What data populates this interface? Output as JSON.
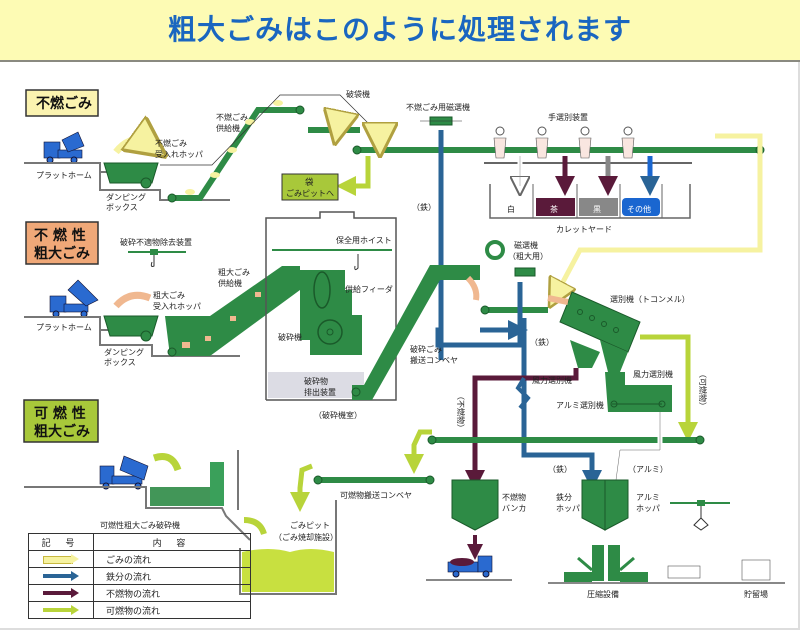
{
  "header": {
    "title": "粗大ごみはこのように処理されます"
  },
  "colors": {
    "header_bg": "#fdfbb4",
    "title": "#1a66c0",
    "machine_green": "#2e8b46",
    "waste_flow": "#f6f2a0",
    "iron_flow": "#2a6496",
    "incombustible_flow": "#5a1a3a",
    "combustible_flow": "#b8d43a",
    "cat1_bg": "#fbf3b0",
    "cat2_bg": "#f0a878",
    "cat3_bg": "#a8c83a"
  },
  "categories": [
    {
      "label_line1": "不燃ごみ",
      "label_line2": ""
    },
    {
      "label_line1": "不 燃 性",
      "label_line2": "粗大ごみ"
    },
    {
      "label_line1": "可 燃 性",
      "label_line2": "粗大ごみ"
    }
  ],
  "labels": {
    "platform1": "プラットホーム",
    "dumping_box1_l1": "ダンピング",
    "dumping_box1_l2": "ボックス",
    "hopper1_l1": "不燃ごみ",
    "hopper1_l2": "受入れホッパ",
    "feeder1_l1": "不燃ごみ",
    "feeder1_l2": "供給機",
    "bag_breaker": "破袋機",
    "bag_l1": "袋",
    "bag_l2": "ごみピットへ",
    "magnet1": "不燃ごみ用磁選機",
    "hand_sort": "手選別装置",
    "iron1": "（鉄）",
    "bin_white": "白",
    "bin_brown": "茶",
    "bin_black": "黒",
    "bin_other": "その他",
    "cullet_yard": "カレットヤード",
    "remover": "破砕不適物除去装置",
    "platform2": "プラットホーム",
    "dumping_box2_l1": "ダンピング",
    "dumping_box2_l2": "ボックス",
    "hopper2_l1": "粗大ごみ",
    "hopper2_l2": "受入れホッパ",
    "feeder2_l1": "粗大ごみ",
    "feeder2_l2": "供給機",
    "hoist": "保全用ホイスト",
    "supply_feeder": "供給フィーダ",
    "crusher": "破砕機",
    "discharge_l1": "破砕物",
    "discharge_l2": "排出装置",
    "crusher_room": "（破砕機室）",
    "crushed_conveyor_l1": "破砕ごみ",
    "crushed_conveyor_l2": "搬送コンベヤ",
    "magnet2_l1": "磁選機",
    "magnet2_l2": "（粗大用）",
    "iron2": "（鉄）",
    "trommel": "選別機（トコンメル）",
    "wind_sort1": "風力選別機",
    "wind_sort2": "風力選別機",
    "alumi_sort": "アルミ選別機",
    "incombustible_v": "（不燃物）",
    "combustible_v": "（可燃物）",
    "iron3": "（鉄）",
    "alumi": "（アルミ）",
    "combustible_conveyor": "可燃物搬送コンベヤ",
    "incomb_bunker_l1": "不燃物",
    "incomb_bunker_l2": "バンカ",
    "iron_hopper_l1": "鉄分",
    "iron_hopper_l2": "ホッパ",
    "alumi_hopper_l1": "アルミ",
    "alumi_hopper_l2": "ホッパ",
    "compressor": "圧縮設備",
    "storage": "貯留場",
    "comb_crusher": "可燃性粗大ごみ破砕機",
    "pit_l1": "ごみピット",
    "pit_l2": "（ごみ焼却施設）"
  },
  "legend": {
    "header_symbol": "記 号",
    "header_content": "内 容",
    "rows": [
      {
        "label": "ごみの流れ",
        "color": "#f6f2a0",
        "outline": "#c8b840"
      },
      {
        "label": "鉄分の流れ",
        "color": "#2a6496",
        "outline": "#2a6496"
      },
      {
        "label": "不燃物の流れ",
        "color": "#5a1a3a",
        "outline": "#5a1a3a"
      },
      {
        "label": "可燃物の流れ",
        "color": "#b8d43a",
        "outline": "#b8d43a"
      }
    ]
  }
}
